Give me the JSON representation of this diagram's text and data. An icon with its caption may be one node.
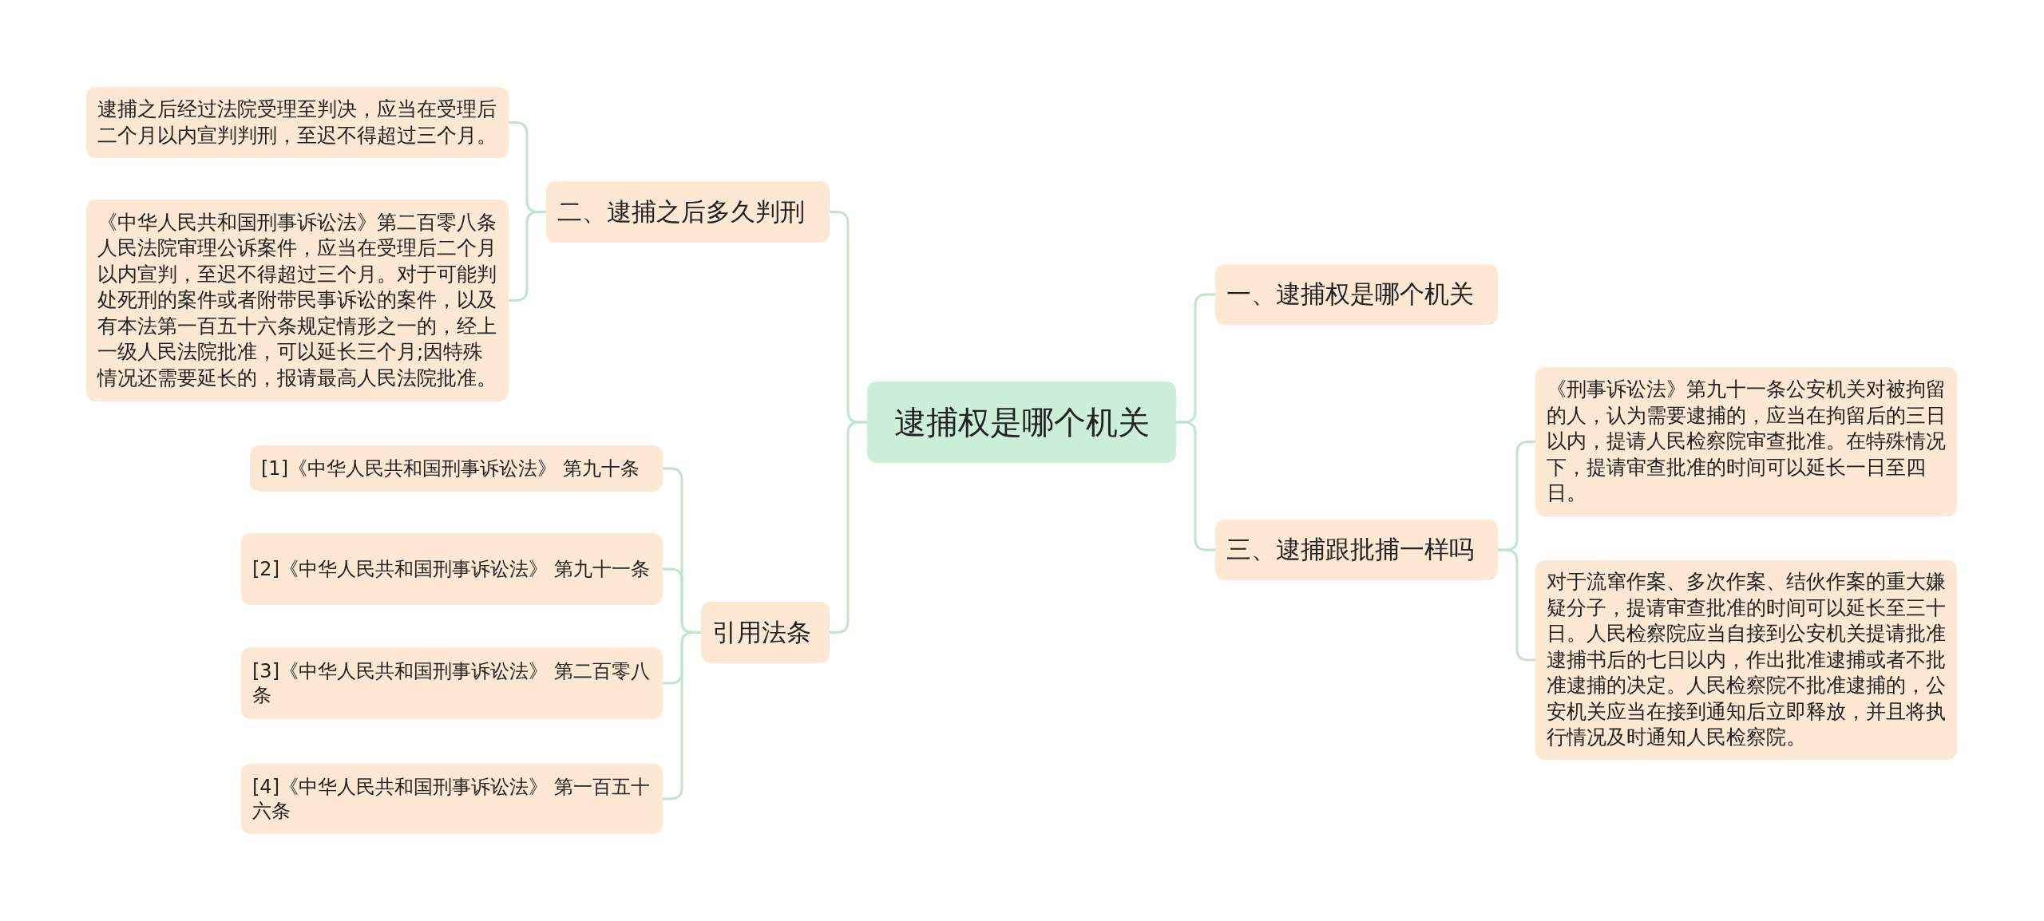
{
  "diagram": {
    "nodes": [
      {
        "text": [
          "逮捕权是哪个机关"
        ]
      },
      {
        "text": [
          "二、逮捕之后多久判刑"
        ]
      },
      {
        "text": [
          "逮捕之后经过法院受理至判决，应当在受理后二个月以内宣判判刑，至迟不得超过三个月。"
        ]
      },
      {
        "text": [
          "《中华人民共和国刑事诉讼法》第二百零八条人民法院审理公诉案件，应当在受理后二个月以内宣判，至迟不得超过三个月。对于可能判处死刑的案件或者附带民事诉讼的案件，以及有本法第一百五十六条规定情形之一的，经上一级人民法院批准，可以延长三个月;因特殊情况还需要延长的，报请最高人民法院批准。"
        ]
      },
      {
        "text": [
          "引用法条"
        ]
      },
      {
        "text": [
          "[1]《中华人民共和国刑事诉讼法》 第九十条"
        ]
      },
      {
        "text": [
          "[2]《中华人民共和国刑事诉讼法》 第九十一条"
        ]
      },
      {
        "text": [
          "[3]《中华人民共和国刑事诉讼法》 第二百零八条"
        ]
      },
      {
        "text": [
          "[4]《中华人民共和国刑事诉讼法》 第一百五十六条"
        ]
      },
      {
        "text": [
          "一、逮捕权是哪个机关"
        ]
      },
      {
        "text": [
          "三、逮捕跟批捕一样吗"
        ]
      },
      {
        "text": [
          "《刑事诉讼法》第九十一条公安机关对被拘留的人，认为需要逮捕的，应当在拘留后的三日以内，提请人民检察院审查批准。在特殊情况下，提请审查批准的时间可以延长一日至四日。"
        ]
      },
      {
        "text": [
          "对于流窜作案、多次作案、结伙作案的重大嫌疑分子，提请审查批准的时间可以延长至三十日。人民检察院应当自接到公安机关提请批准逮捕书后的七日以内，作出批准逮捕或者不批准逮捕的决定。人民检察院不批准逮捕的，公安机关应当在接到通知后立即释放，并且将执行情况及时通知人民检察院。"
        ]
      }
    ],
    "edges": [
      {
        "from": 0,
        "to": 1,
        "arrow": "none"
      },
      {
        "from": 1,
        "to": 2,
        "arrow": "none"
      },
      {
        "from": 1,
        "to": 3,
        "arrow": "none"
      },
      {
        "from": 0,
        "to": 4,
        "arrow": "none"
      },
      {
        "from": 4,
        "to": 5,
        "arrow": "none"
      },
      {
        "from": 4,
        "to": 6,
        "arrow": "none"
      },
      {
        "from": 4,
        "to": 7,
        "arrow": "none"
      },
      {
        "from": 4,
        "to": 8,
        "arrow": "none"
      },
      {
        "from": 0,
        "to": 9,
        "arrow": "none"
      },
      {
        "from": 0,
        "to": 10,
        "arrow": "none"
      },
      {
        "from": 10,
        "to": 11,
        "arrow": "none"
      },
      {
        "from": 10,
        "to": 12,
        "arrow": "none"
      }
    ]
  }
}
